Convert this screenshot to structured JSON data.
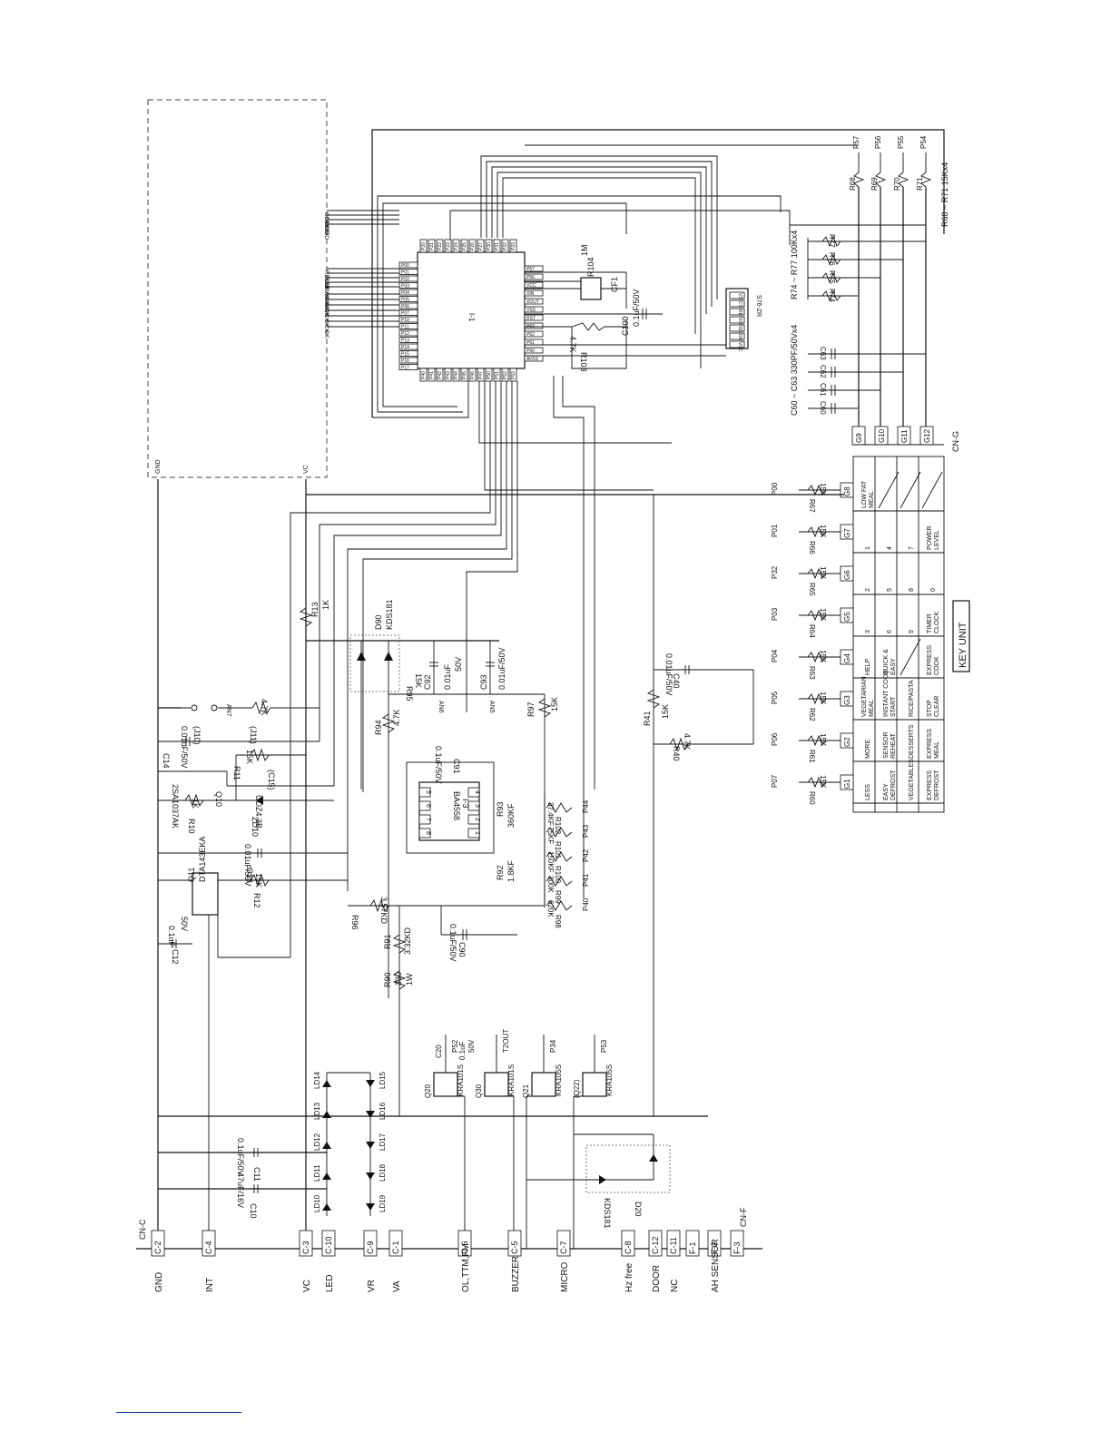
{
  "connectors": {
    "cn_c": "CN-C",
    "cn_f": "CN-F",
    "cn_g": "CN-G",
    "pins": [
      {
        "pin": "C-2",
        "signal": "GND"
      },
      {
        "pin": "C-4",
        "signal": "INT"
      },
      {
        "pin": "C-3",
        "signal": "VC"
      },
      {
        "pin": "C-10",
        "signal": "LED"
      },
      {
        "pin": "C-9",
        "signal": "VR"
      },
      {
        "pin": "C-1",
        "signal": "VA"
      },
      {
        "pin": "C-6",
        "signal": "OL,TTM,FM"
      },
      {
        "pin": "C-5",
        "signal": "BUZZER"
      },
      {
        "pin": "C-7",
        "signal": "MICRO"
      },
      {
        "pin": "C-8",
        "signal": "Hz free"
      },
      {
        "pin": "C-12",
        "signal": "DOOR"
      },
      {
        "pin": "C-11",
        "signal": "NC"
      },
      {
        "pin": "F-1",
        "signal": ""
      },
      {
        "pin": "F-2",
        "signal": "AH SENSOR"
      },
      {
        "pin": "F-3",
        "signal": ""
      }
    ]
  },
  "display_box": {
    "gnd": "GND",
    "vc": "VC"
  },
  "mcu": {
    "ref": "I-1",
    "left_signals": [
      "RESET",
      "SUB",
      "INT",
      "MAIN",
      "MAIN",
      "MAIN",
      "MAIN",
      "CK",
      "CK",
      "CK",
      "CK",
      "CK",
      "GRID",
      "GRID",
      "GRID",
      "GRID"
    ],
    "top_pins": [
      "P20",
      "P21",
      "P22",
      "P23",
      "P24",
      "P25",
      "P26",
      "P27",
      "P30",
      "P31",
      "P32",
      "P33"
    ],
    "bottom_pins": [
      "P40",
      "P41",
      "P42",
      "P43",
      "P44",
      "P45",
      "P46",
      "P47",
      "P50",
      "P51",
      "P52",
      "P53"
    ],
    "right_pins": [
      "P57",
      "P56",
      "VCC",
      "XIN",
      "XOUT",
      "VSS",
      "RST",
      "P63",
      "P62",
      "P61",
      "P60",
      "AVSS"
    ],
    "left_pins": [
      "P00",
      "P01",
      "P02",
      "P03",
      "P04",
      "P05",
      "P06",
      "P07",
      "P10",
      "P11",
      "P12",
      "P13",
      "P14",
      "P15",
      "P16",
      "P17"
    ]
  },
  "eeprom": {
    "ref": "S76-ZR",
    "pins": [
      "VSS",
      "CS",
      "RESET",
      "SCK",
      "SDA",
      "DATA",
      "VCC"
    ]
  },
  "opamp": {
    "ref": "I-3",
    "part": "BA4558",
    "pins_top": [
      "5",
      "6",
      "7",
      "8"
    ],
    "pins_bot": [
      "4",
      "3",
      "2",
      "1"
    ]
  },
  "labels": {
    "c100": "C100",
    "c100_val": "0.1uF/50V",
    "r104": "R104",
    "r104_val": "1M",
    "cf1": "CF1",
    "r103": "R103",
    "r103_val": "4.7K",
    "c60_63": "C60 ~ C63  330PF/50Vx4",
    "r74_77": "R74 ~ R77  100Kx4",
    "r68_71": "R68 ~ R71  15Kx4",
    "c60": "C60",
    "c61": "C61",
    "c62": "C62",
    "c63": "C63",
    "r74": "R74",
    "r75": "R75",
    "r76": "R76",
    "r77": "R77",
    "r68": "R68",
    "r69": "R69",
    "r70": "R70",
    "r71": "R71",
    "p57": "P57",
    "p56": "P56",
    "p55": "P55",
    "p54": "P54",
    "r13": "R13",
    "r13_val": "1K",
    "d90": "D90",
    "d90_part": "KDS181",
    "c92": "C92",
    "c92_val": "0.01uF",
    "c92_v": "50V",
    "c93": "C93",
    "c93_val": "0.01uF/50V",
    "an6": "AN6",
    "an5": "AN5",
    "r95": "R95",
    "r95_val": "15K",
    "r94": "R94",
    "r94_val": "4.7K",
    "r97": "R97",
    "r97_val": "15K",
    "r41": "R41",
    "r41_val": "15K",
    "c40": "C40",
    "c40_val": "0.01uF/50V",
    "r40": "R40",
    "r40_val": "4.7K",
    "c91": "C91",
    "c91_val": "0.1uF/50V",
    "r93": "R93",
    "r93_val": "360KF",
    "r92": "R92",
    "r92_val": "1.8KF",
    "r102": "R102",
    "r102_val": "37.4KF",
    "r101": "R101",
    "r101_val": "75KF",
    "r100": "R100",
    "r100_val": "150KF",
    "r99": "R99",
    "r99_val": "300K",
    "r98": "R98",
    "r98_val": "620K",
    "p40": "P40",
    "p41": "P41",
    "p42": "P42",
    "p43": "P43",
    "p44": "P44",
    "r96": "R96",
    "r96_val": "3.57KD",
    "r91": "R91",
    "r91_val": "3.32KD",
    "c90": "C90",
    "c90_val": "0.1uF/50V",
    "r90": "R90",
    "r90_val": "330",
    "r90_w": "1W",
    "an7": "AN7",
    "j10": "(J10)",
    "j11": "(J11)",
    "j11_val": "4.7K",
    "c14": "C14",
    "c14_val": "0.01uF/50V",
    "r11": "R11",
    "r11_val": "15K",
    "c15": "(C15)",
    "q10": "Q10",
    "q10_part": "2SA1037AK",
    "r10": "R10",
    "r10_val": "1K",
    "zd10": "ZD10",
    "zd10_part": "UDZ4.3B",
    "c13": "C13",
    "c13_val": "0.01uF/50V",
    "r12": "R12",
    "r12_val": "15K",
    "q11": "Q11",
    "q11_part": "DTA143EKA",
    "c12": "C12",
    "c12_val": "0.1uF",
    "c12_v": "50V",
    "c10": "C10",
    "c10_val": "47uF/16V",
    "c11": "C11",
    "c11_val": "0.1uF/50V",
    "q20": "Q20",
    "q20_part": "KRA101S",
    "c20": "C20",
    "c20_val": "0.1uF",
    "c20_v": "50V",
    "p52": "P52",
    "q30": "Q30",
    "q30_part": "KRA101S",
    "t2out": "T2OUT",
    "q21": "Q21",
    "q21_part": "KRA105S",
    "p34": "P34",
    "q22": "(Q22)",
    "q22_part": "KRA105S",
    "p53": "P53",
    "d20": "D20",
    "d20_part": "KDS181",
    "ld10": "LD10",
    "ld11": "LD11",
    "ld12": "LD12",
    "ld13": "LD13",
    "ld14": "LD14",
    "ld15": "LD15",
    "ld16": "LD16",
    "ld17": "LD17",
    "ld18": "LD18",
    "ld19": "LD19"
  },
  "key_unit": {
    "title": "KEY UNIT",
    "columns": [
      {
        "g": "G1",
        "r": "R60",
        "rv": "15K",
        "p": "P07",
        "keys": [
          "LESS",
          "EASY DEFROST",
          "VEGETABLES",
          "EXPRESS DEFROST"
        ]
      },
      {
        "g": "G2",
        "r": "R61",
        "rv": "15K",
        "p": "P06",
        "keys": [
          "MORE",
          "SENSOR REHEAT",
          "DESSERTS",
          "EXPRESS MEAL"
        ]
      },
      {
        "g": "G3",
        "r": "R62",
        "rv": "15K",
        "p": "P05",
        "keys": [
          "VEGETARIAN MEAL",
          "INSTANT COOK START",
          "RICE/PASTA",
          "STOP CLEAR"
        ]
      },
      {
        "g": "G4",
        "r": "R63",
        "rv": "15K",
        "p": "P04",
        "keys": [
          "HELP",
          "QUICK & EASY",
          "",
          "EXPRESS COOK"
        ]
      },
      {
        "g": "G5",
        "r": "R64",
        "rv": "15K",
        "p": "P03",
        "keys": [
          "3",
          "6",
          "9",
          "TIMER CLOCK"
        ]
      },
      {
        "g": "G6",
        "r": "R65",
        "rv": "15K",
        "p": "P32",
        "keys": [
          "2",
          "5",
          "8",
          "0"
        ]
      },
      {
        "g": "G7",
        "r": "R66",
        "rv": "15K",
        "p": "P01",
        "keys": [
          "1",
          "4",
          "7",
          "POWER LEVEL"
        ]
      },
      {
        "g": "G8",
        "r": "R67",
        "rv": "15K",
        "p": "P00",
        "keys": [
          "LOW FAT MEAL",
          "",
          "",
          ""
        ]
      }
    ],
    "rows": [
      "G9",
      "G10",
      "G11",
      "G12"
    ]
  }
}
